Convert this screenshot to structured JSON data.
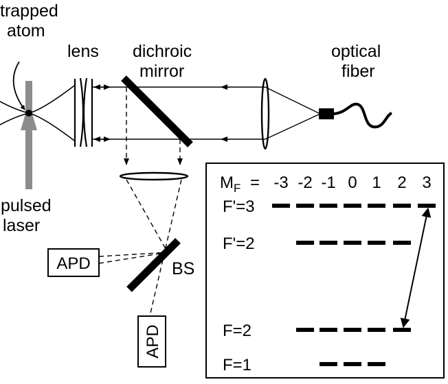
{
  "labels": {
    "trapped_atom_line1": "trapped",
    "trapped_atom_line2": "atom",
    "lens": "lens",
    "dichroic_line1": "dichroic",
    "dichroic_line2": "mirror",
    "optical_fiber_line1": "optical",
    "optical_fiber_line2": "fiber",
    "pulsed_laser_line1": "pulsed",
    "pulsed_laser_line2": "laser",
    "apd_left": "APD",
    "apd_bottom": "APD",
    "beam_splitter": "BS"
  },
  "level_diagram": {
    "mf_prefix": "M",
    "mf_subscript": "F",
    "mf_equals": "=",
    "mf_values": [
      "-3",
      "-2",
      "-1",
      "0",
      "1",
      "2",
      "3"
    ],
    "levels": [
      {
        "label": "F'=3",
        "mf_min": -3,
        "mf_max": 3
      },
      {
        "label": "F'=2",
        "mf_min": -2,
        "mf_max": 2
      },
      {
        "label": "F=2",
        "mf_min": -2,
        "mf_max": 2
      },
      {
        "label": "F=1",
        "mf_min": -1,
        "mf_max": 1
      }
    ],
    "transition": {
      "from_level": "F=2",
      "from_mf": 2,
      "to_level": "F'=3",
      "to_mf": 3
    }
  },
  "colors": {
    "ink": "#000000",
    "laser_beam": "#8c8c8c"
  }
}
